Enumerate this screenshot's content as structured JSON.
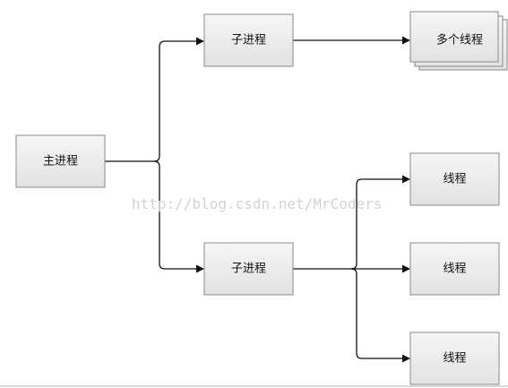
{
  "diagram": {
    "nodes": {
      "main": "主进程",
      "child_top": "子进程",
      "child_bottom": "子进程",
      "multi_threads": "多个线程",
      "thread_1": "线程",
      "thread_2": "线程",
      "thread_3": "线程"
    },
    "watermark": "http://blog.csdn.net/MrCoders"
  }
}
